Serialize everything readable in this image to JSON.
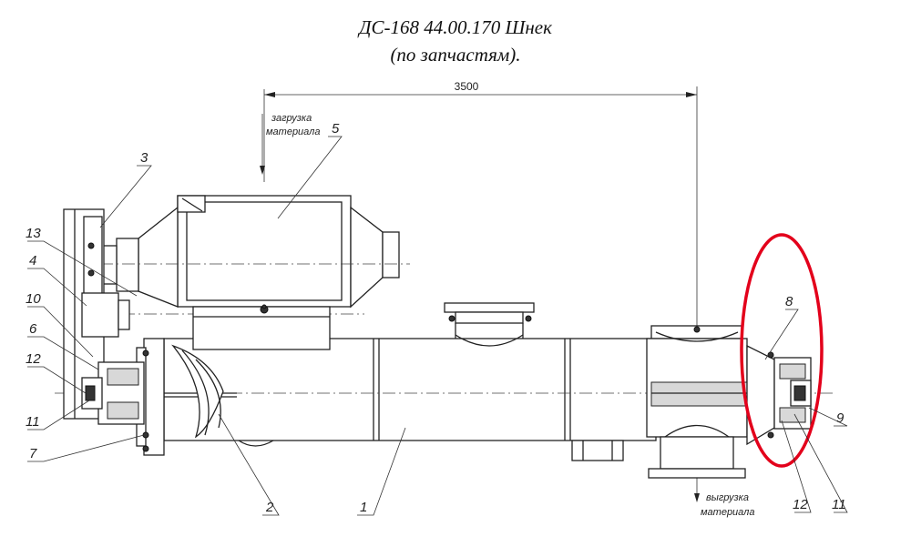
{
  "title": {
    "line1": "ДС-168 44.00.170 Шнек",
    "line2": "(по запчастям)."
  },
  "dimension": {
    "length_label": "3500"
  },
  "notes": {
    "loading_line1": "загрузка",
    "loading_line2": "материала",
    "unloading_line1": "выгрузка",
    "unloading_line2": "материала"
  },
  "callouts": {
    "c1": "1",
    "c2": "2",
    "c3": "3",
    "c4": "4",
    "c5": "5",
    "c6": "6",
    "c7": "7",
    "c8": "8",
    "c9": "9",
    "c10": "10",
    "c11_left": "11",
    "c11_right": "11",
    "c12_left": "12",
    "c12_right": "12",
    "c13": "13"
  },
  "colors": {
    "highlight": "#e3001b",
    "line": "#222222"
  }
}
